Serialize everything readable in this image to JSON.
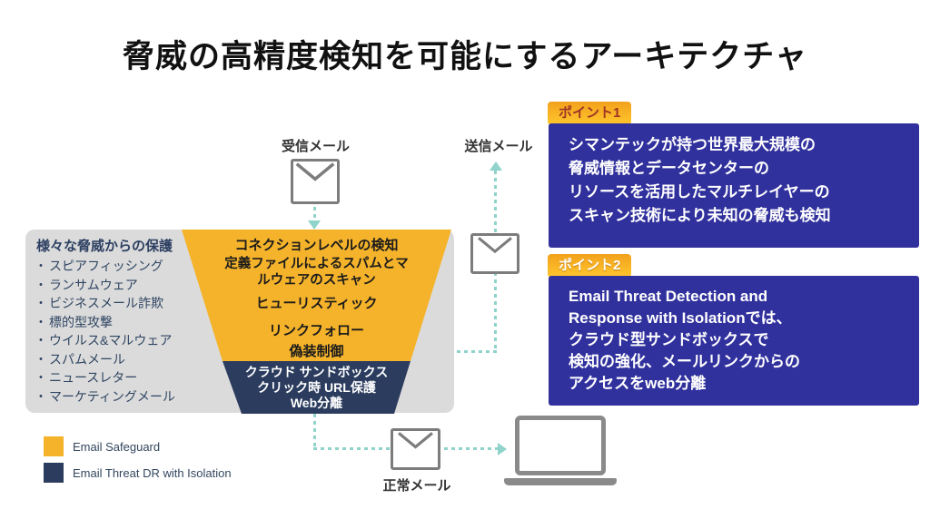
{
  "title": "脅威の高精度検知を可能にするアーキテクチャ",
  "colors": {
    "accent_yellow": "#f5b32b",
    "funnel_navy": "#2b3c5e",
    "point_indigo": "#31319e",
    "connector_teal": "#8fd3ca",
    "gray_panel": "#dbdbdb",
    "badge_text_red": "#9e3526"
  },
  "mail_labels": {
    "incoming": "受信メール",
    "outgoing": "送信メール",
    "normal": "正常メール"
  },
  "protection_box": {
    "title": "様々な脅威からの保護",
    "items": [
      "スピアフィッシング",
      "ランサムウェア",
      "ビジネスメール詐欺",
      "標的型攻撃",
      "ウイルス&マルウェア",
      "スパムメール",
      "ニュースレター",
      "マーケティングメール"
    ]
  },
  "funnel": {
    "yellow_layers": [
      "コネクションレベルの検知",
      "定義ファイルによるスパムとマルウェアのスキャン",
      "ヒューリスティック",
      "リンクフォロー",
      "偽装制御"
    ],
    "navy_layers": [
      "クラウド サンドボックス",
      "クリック時 URL保護",
      "Web分離"
    ]
  },
  "points": [
    {
      "badge": "ポイント1",
      "lines": [
        "シマンテックが持つ世界最大規模の",
        "脅威情報とデータセンターの",
        "リソースを活用したマルチレイヤーの",
        "スキャン技術により未知の脅威も検知"
      ]
    },
    {
      "badge": "ポイント2",
      "lines": [
        "Email Threat Detection and",
        "Response with Isolationでは、",
        "クラウド型サンドボックスで",
        "検知の強化、メールリンクからの",
        "アクセスをweb分離"
      ]
    }
  ],
  "legend": [
    {
      "swatch_color": "#f5b32b",
      "label": "Email Safeguard"
    },
    {
      "swatch_color": "#2b3c5e",
      "label": "Email Threat DR with Isolation"
    }
  ]
}
